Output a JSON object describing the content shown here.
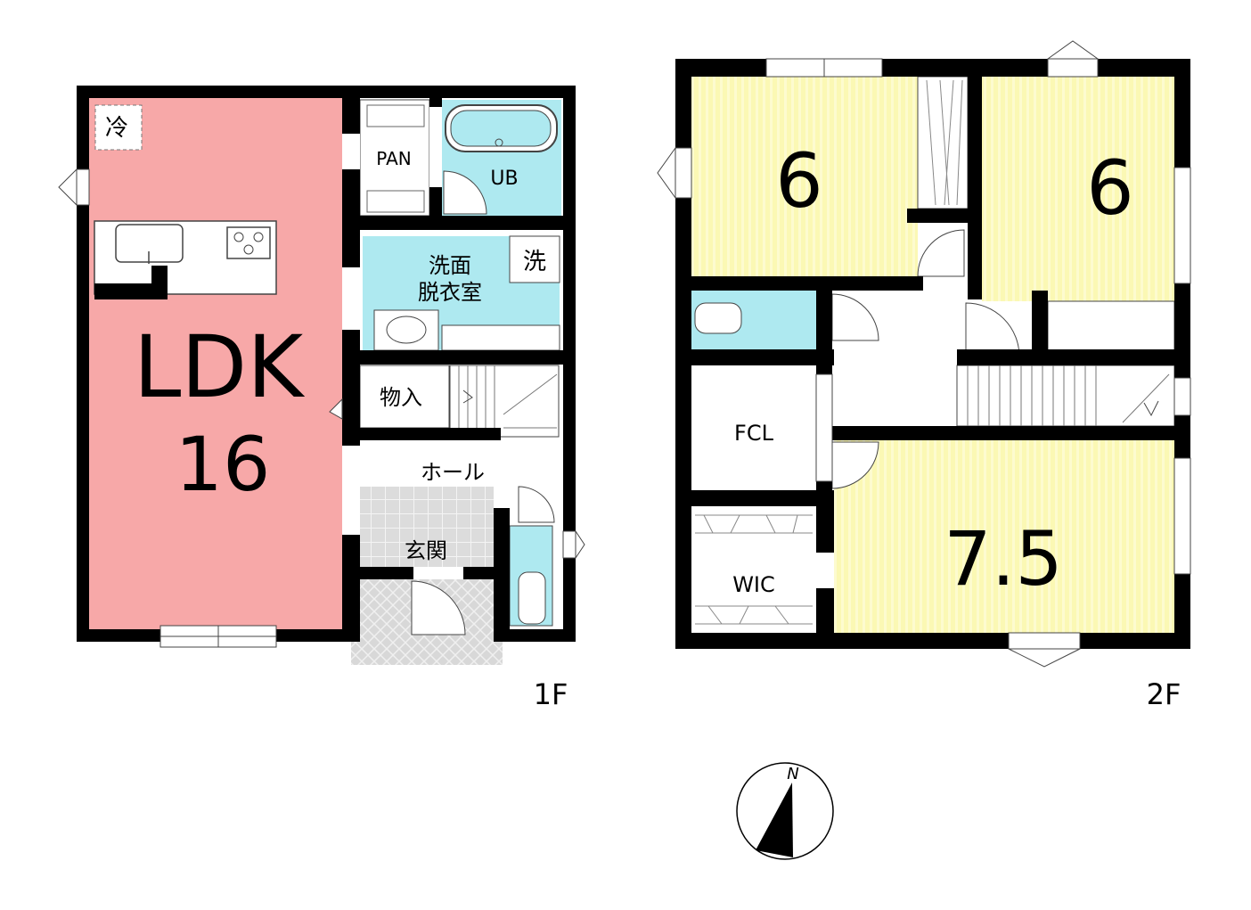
{
  "floor1": {
    "label": "1F",
    "rooms": {
      "ldk_name": "LDK",
      "ldk_size": "16",
      "fridge": "冷",
      "pantry": "PAN",
      "unit_bath": "UB",
      "washroom_line1": "洗面",
      "washroom_line2": "脱衣室",
      "washer": "洗",
      "storage": "物入",
      "hall": "ホール",
      "entrance": "玄関"
    }
  },
  "floor2": {
    "label": "2F",
    "rooms": {
      "room_nw_size": "6",
      "room_ne_size": "6",
      "room_se_size": "7.5",
      "fcl": "FCL",
      "wic": "WIC"
    }
  },
  "compass": {
    "north": "N"
  },
  "colors": {
    "wall": "#000000",
    "ldk": "#f7a8a8",
    "wet_area": "#aee9f0",
    "bedroom": "#fbf9b8",
    "entrance_tile": "#dddddd"
  }
}
